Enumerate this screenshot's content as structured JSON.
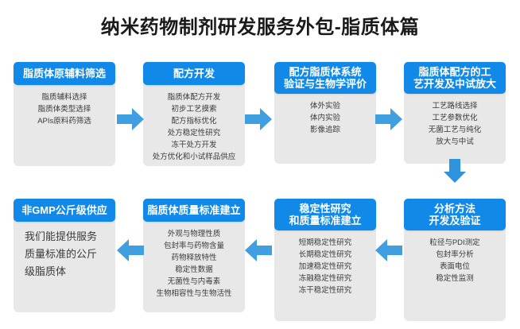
{
  "page": {
    "title": "纳米药物制剂研发服务外包-脂质体篇",
    "accent_blue": "#1189e8",
    "arrow_blue": "#3f9fe0",
    "body_gray": "#e8e8e8",
    "background": "#ffffff"
  },
  "flow": {
    "cards": [
      {
        "id": "card-1",
        "header": "脂质体原辅料筛选",
        "items": [
          "脂质辅料选择",
          "脂质体类型选择",
          "APIs原料药筛选"
        ]
      },
      {
        "id": "card-2",
        "header": "配方开发",
        "items": [
          "脂质体配方开发",
          "初步工艺摸索",
          "配方指标优化",
          "处方稳定性研究",
          "冻干处方开发",
          "处方优化和小试样品供应"
        ]
      },
      {
        "id": "card-3",
        "header_line1": "配方脂质体系统",
        "header_line2": "验证与生物学评价",
        "items": [
          "体外实验",
          "体内实验",
          "影像追踪"
        ]
      },
      {
        "id": "card-4",
        "header_line1": "脂质体配方的工",
        "header_line2": "艺开发及中试放大",
        "items": [
          "工艺路线选择",
          "工艺参数优化",
          "无菌工艺与纯化",
          "放大与中试"
        ]
      },
      {
        "id": "card-5",
        "header": "非GMP公斤级供应",
        "items": [
          "我们能提供服务",
          "质量标准的公斤",
          "级脂质体"
        ]
      },
      {
        "id": "card-6",
        "header": "脂质体质量标准建立",
        "items": [
          "外观与物理性质",
          "包封率与药物含量",
          "药物释放特性",
          "稳定性数据",
          "无菌性与内毒素",
          "生物相容性与生物活性"
        ]
      },
      {
        "id": "card-7",
        "header_line1": "稳定性研究",
        "header_line2": "和质量标准建立",
        "items": [
          "短期稳定性研究",
          "长期稳定性研究",
          "加速稳定性研究",
          "冻融稳定性研究",
          "冻干稳定性研究"
        ]
      },
      {
        "id": "card-8",
        "header_line1": "分析方法",
        "header_line2": "开发及验证",
        "items": [
          "粒径与PDI测定",
          "包封率分析",
          "表面电位",
          "稳定性监测"
        ]
      }
    ],
    "arrows": [
      {
        "id": "arrow-r1",
        "direction": "right"
      },
      {
        "id": "arrow-r2",
        "direction": "right"
      },
      {
        "id": "arrow-r3",
        "direction": "right"
      },
      {
        "id": "arrow-down-1",
        "direction": "down"
      },
      {
        "id": "arrow-l1",
        "direction": "left"
      },
      {
        "id": "arrow-l2",
        "direction": "left"
      },
      {
        "id": "arrow-l3",
        "direction": "left"
      }
    ]
  }
}
